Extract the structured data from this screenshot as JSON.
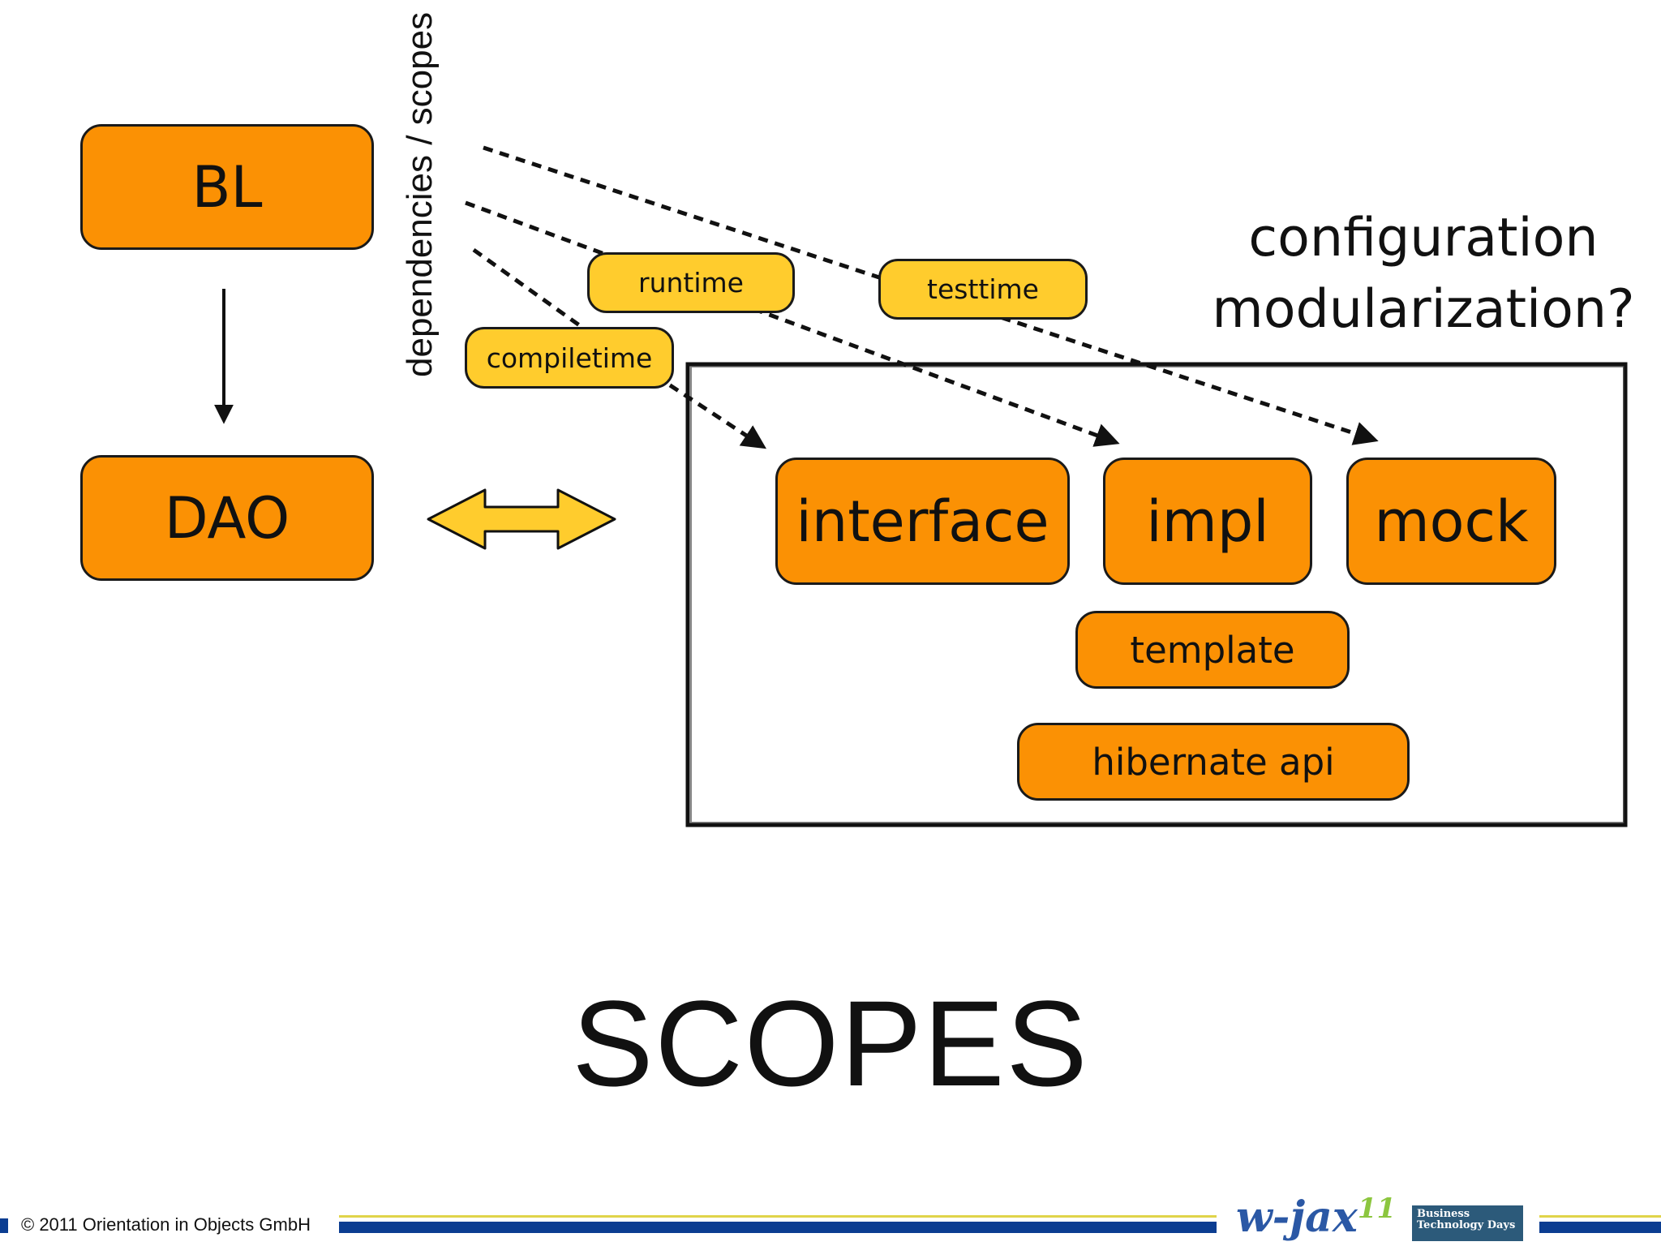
{
  "diagram": {
    "left_boxes": {
      "bl": "BL",
      "dao": "DAO"
    },
    "vertical_label": "dependencies / scopes",
    "scopes": {
      "runtime": "runtime",
      "testtime": "testtime",
      "compiletime": "compiletime"
    },
    "modules": {
      "interface": "interface",
      "impl": "impl",
      "mock": "mock",
      "template": "template",
      "hibernate_api": "hibernate api"
    },
    "question_line1": "configuration",
    "question_line2": "modularization?"
  },
  "slide": {
    "title": "SCOPES"
  },
  "footer": {
    "copyright": "© 2011 Orientation in Objects GmbH",
    "logo_wjax": "w-jax",
    "logo_wjax_suffix": "11",
    "logo_btd_line1": "Business",
    "logo_btd_line2": "Technology Days"
  },
  "colors": {
    "module_orange": "#fb9104",
    "scope_yellow": "#ffcc2d",
    "footer_blue": "#0b3d91"
  }
}
